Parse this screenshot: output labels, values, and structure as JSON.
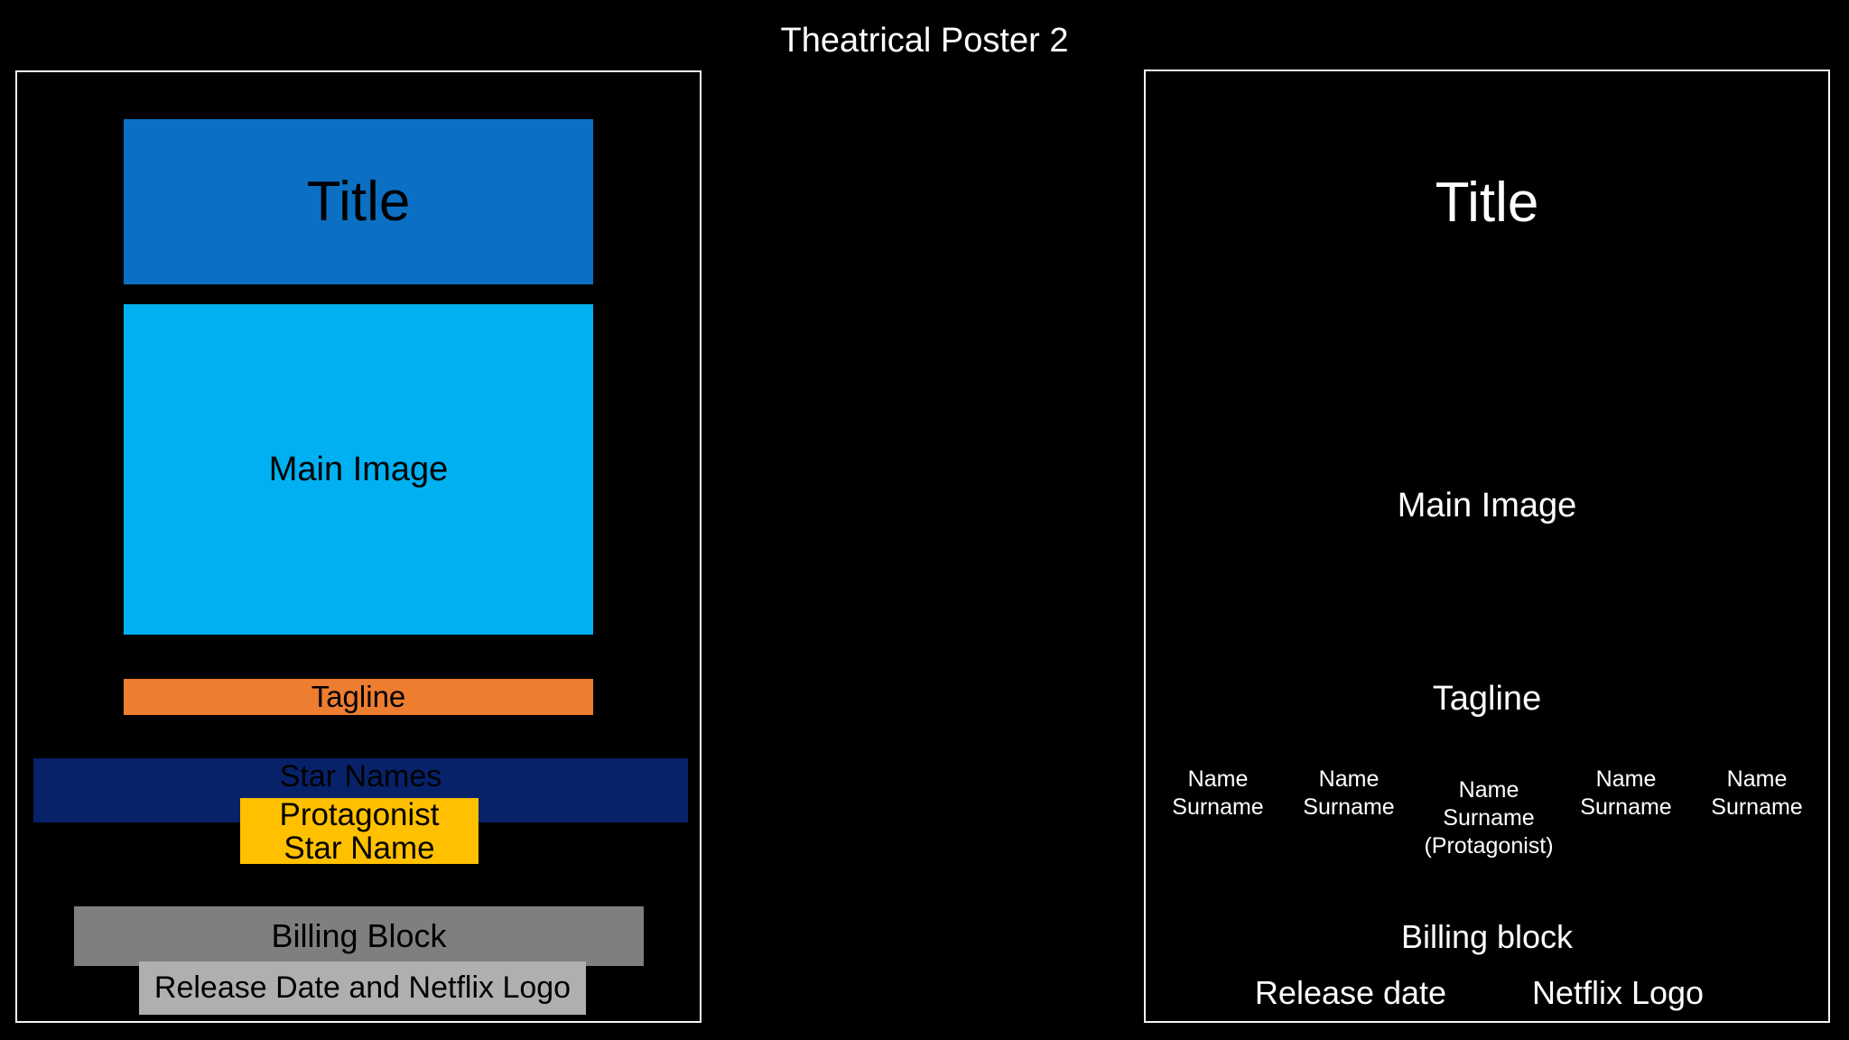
{
  "slide": {
    "title": "Theatrical Poster 2"
  },
  "colors": {
    "background": "#000000",
    "panel_border": "#F5F5F5",
    "title_block_blue": "#0B70C4",
    "main_image_blue": "#00B0F0",
    "tagline_orange": "#ED7D31",
    "star_names_navy": "#072269",
    "protagonist_gold": "#FFC000",
    "billing_gray": "#7F7F7F",
    "release_gray": "#AFAFAF",
    "left_text": "#000000",
    "right_text": "#FFFFFF"
  },
  "left_panel": {
    "title_block_label": "Title",
    "main_image_block_label": "Main Image",
    "tagline_block_label": "Tagline",
    "star_names_block_label": "Star Names",
    "protagonist_block": {
      "line1": "Protagonist",
      "line2": "Star Name"
    },
    "billing_block_label": "Billing Block",
    "release_block_label": "Release Date and Netflix Logo"
  },
  "right_panel": {
    "title": "Title",
    "main_image": "Main Image",
    "tagline": "Tagline",
    "star_names": [
      {
        "lines": [
          "Name",
          "Surname"
        ]
      },
      {
        "lines": [
          "Name",
          "Surname"
        ]
      },
      {
        "lines": [
          "Name",
          "Surname",
          "(Protagonist)"
        ]
      },
      {
        "lines": [
          "Name",
          "Surname"
        ]
      },
      {
        "lines": [
          "Name",
          "Surname"
        ]
      }
    ],
    "billing_block": "Billing block",
    "release_date": "Release date",
    "netflix_logo": "Netflix Logo"
  }
}
